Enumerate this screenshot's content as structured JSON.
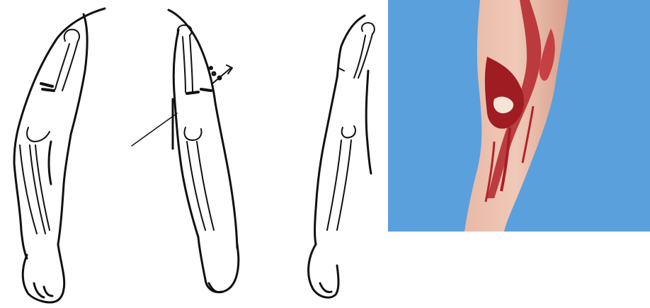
{
  "figure": {
    "panels": [
      {
        "name": "illustration-closed-fracture",
        "description_icon": "arm-bone-closed-fracture"
      },
      {
        "name": "illustration-open-fracture",
        "description_icon": "arm-bone-open-fracture"
      },
      {
        "name": "illustration-arm-side",
        "description_icon": "arm-bone-side-view"
      },
      {
        "name": "photo-open-wound",
        "description_icon": "bleeding-forearm-photo"
      }
    ],
    "colors": {
      "photo_background": "#5aa0dc",
      "skin": "#e9bfae",
      "blood": "#b3232a",
      "line_art": "#111111"
    }
  }
}
